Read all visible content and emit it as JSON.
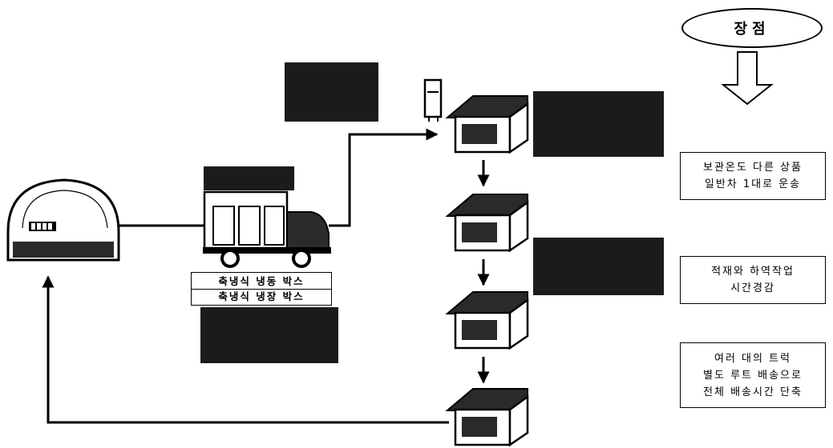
{
  "advantages_title": "장점",
  "advantages": [
    [
      "보관온도 다른 상품",
      "일반차 1대로 운송"
    ],
    [
      "적재와 하역작업",
      "시간경감"
    ],
    [
      "여러 대의 트럭",
      "별도 루트 배송으로",
      "전체 배송시간 단축"
    ]
  ],
  "box_labels": [
    "축냉식 냉동 박스",
    "축냉식 냉장 박스"
  ],
  "warehouse_window_marks": "▮▮▮▮"
}
